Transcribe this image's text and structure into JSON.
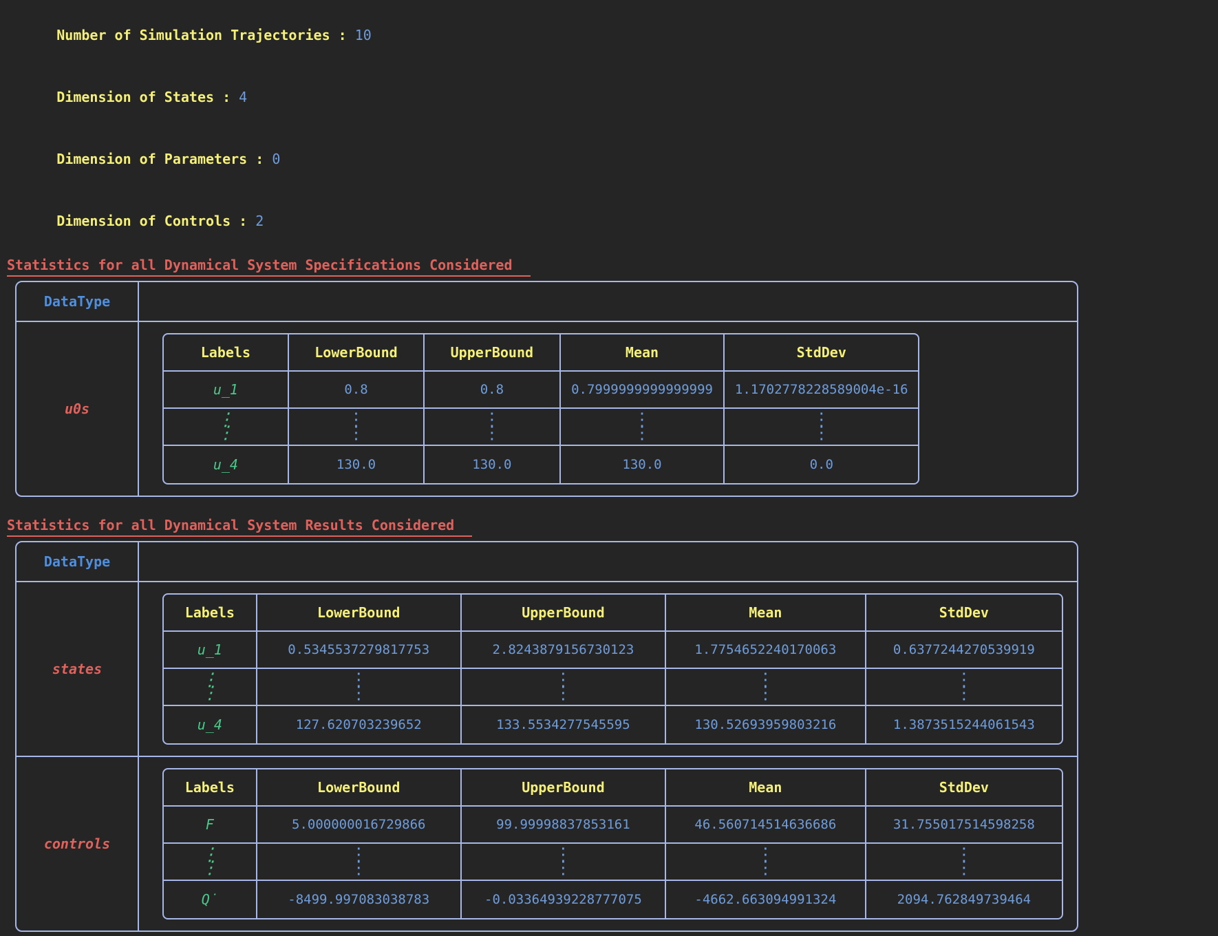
{
  "summary": [
    {
      "label": "Number of Simulation Trajectories : ",
      "value": "10"
    },
    {
      "label": "Dimension of States : ",
      "value": "4"
    },
    {
      "label": "Dimension of Parameters : ",
      "value": "0"
    },
    {
      "label": "Dimension of Controls : ",
      "value": "2"
    }
  ],
  "sections": [
    {
      "title": "Statistics for all Dynamical System Specifications Considered ",
      "datatype_header": "DataType",
      "groups": [
        {
          "datatype": "u0s",
          "columns": [
            "Labels",
            "LowerBound",
            "UpperBound",
            "Mean",
            "StdDev"
          ],
          "rows": [
            {
              "label": "u_1",
              "lower": "0.8",
              "upper": "0.8",
              "mean": "0.7999999999999999",
              "std": "1.1702778228589004e-16"
            },
            {
              "label": "⋮",
              "lower": "⋮",
              "upper": "⋮",
              "mean": "⋮",
              "std": "⋮",
              "ellipsis": true
            },
            {
              "label": "u_4",
              "lower": "130.0",
              "upper": "130.0",
              "mean": "130.0",
              "std": "0.0"
            }
          ]
        }
      ]
    },
    {
      "title": "Statistics for all Dynamical System Results Considered ",
      "datatype_header": "DataType",
      "groups": [
        {
          "datatype": "states",
          "columns": [
            "Labels",
            "LowerBound",
            "UpperBound",
            "Mean",
            "StdDev"
          ],
          "rows": [
            {
              "label": "u_1",
              "lower": "0.5345537279817753",
              "upper": "2.8243879156730123",
              "mean": "1.7754652240170063",
              "std": "0.6377244270539919"
            },
            {
              "label": "⋮",
              "lower": "⋮",
              "upper": "⋮",
              "mean": "⋮",
              "std": "⋮",
              "ellipsis": true
            },
            {
              "label": "u_4",
              "lower": "127.620703239652",
              "upper": "133.5534277545595",
              "mean": "130.52693959803216",
              "std": "1.3873515244061543"
            }
          ]
        },
        {
          "datatype": "controls",
          "columns": [
            "Labels",
            "LowerBound",
            "UpperBound",
            "Mean",
            "StdDev"
          ],
          "rows": [
            {
              "label": "F",
              "lower": "5.000000016729866",
              "upper": "99.99998837853161",
              "mean": "46.560714514636686",
              "std": "31.755017514598258"
            },
            {
              "label": "⋮",
              "lower": "⋮",
              "upper": "⋮",
              "mean": "⋮",
              "std": "⋮",
              "ellipsis": true
            },
            {
              "label": "Q̇",
              "lower": "-8499.997083038783",
              "upper": "-0.03364939228777075",
              "mean": "-4662.663094991324",
              "std": "2094.762849739464"
            }
          ]
        }
      ]
    }
  ],
  "colors": {
    "background": "#252526",
    "border": "#a7b7e8",
    "header_yellow": "#f5f07a",
    "value_blue": "#6f9ddb",
    "datatype_blue": "#4f8fe0",
    "title_red": "#e0625c",
    "label_green": "#4cc98a"
  }
}
